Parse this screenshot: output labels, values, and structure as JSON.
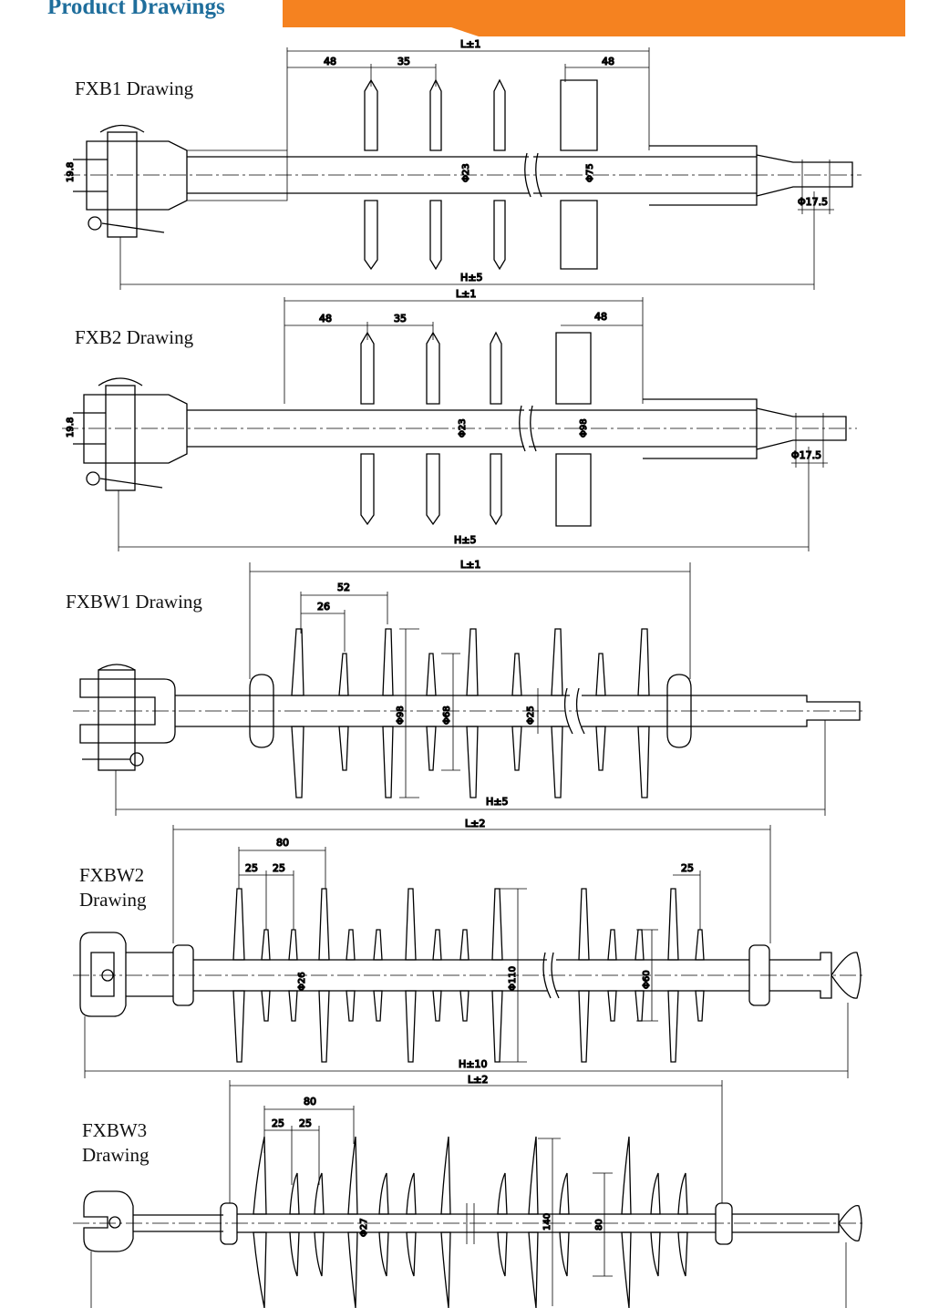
{
  "page": {
    "title": "Product Drawings",
    "accent_color": "#f58220",
    "title_color": "#1f6e9c"
  },
  "fxb1": {
    "label": "FXB1 Drawing",
    "dims": {
      "length": "L±1",
      "a": "48",
      "b": "35",
      "c": "48",
      "height": "H±5",
      "pin": "19.8",
      "rod": "Φ23",
      "shed": "Φ75",
      "end": "Φ17.5"
    }
  },
  "fxb2": {
    "label": "FXB2 Drawing",
    "dims": {
      "length": "L±1",
      "a": "48",
      "b": "35",
      "c": "48",
      "height": "H±5",
      "pin": "19.8",
      "rod": "Φ23",
      "shed": "Φ98",
      "end": "Φ17.5"
    }
  },
  "fxbw1": {
    "label": "FXBW1 Drawing",
    "dims": {
      "length": "L±1",
      "a": "52",
      "b": "26",
      "height": "H±5",
      "shed1": "Φ98",
      "shed2": "Φ68",
      "rod": "Φ25"
    }
  },
  "fxbw2": {
    "label_line1": "FXBW2",
    "label_line2": "Drawing",
    "dims": {
      "length": "L±2",
      "a": "80",
      "b": "25",
      "c": "25",
      "d": "25",
      "height": "H±10",
      "rod": "Φ26",
      "shed1": "Φ110",
      "shed2": "Φ60"
    }
  },
  "fxbw3": {
    "label_line1": "FXBW3",
    "label_line2": "Drawing",
    "dims": {
      "length": "L±2",
      "a": "80",
      "b": "25",
      "c": "25",
      "rod": "Φ27",
      "shed1": "140",
      "shed2": "80"
    }
  }
}
